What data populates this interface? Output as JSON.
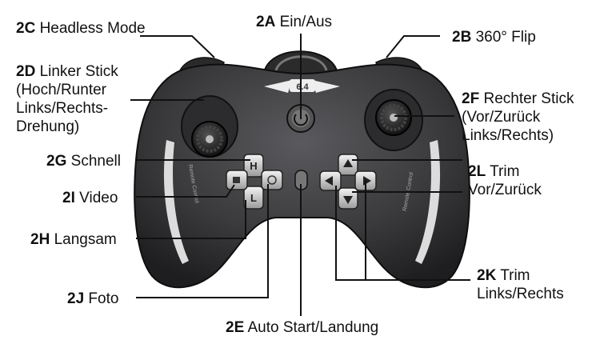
{
  "labels": [
    {
      "code": "2C",
      "lines": [
        "Headless Mode"
      ]
    },
    {
      "code": "2A",
      "lines": [
        "Ein/Aus"
      ]
    },
    {
      "code": "2B",
      "lines": [
        "360° Flip"
      ]
    },
    {
      "code": "2D",
      "lines": [
        "Linker Stick",
        "(Hoch/Runter",
        "Links/Rechts-",
        "Drehung)"
      ]
    },
    {
      "code": "2F",
      "lines": [
        "Rechter Stick",
        "(Vor/Zurück",
        "Links/Rechts)"
      ]
    },
    {
      "code": "2G",
      "lines": [
        "Schnell"
      ]
    },
    {
      "code": "2L",
      "lines": [
        "Trim",
        "Vor/Zurück"
      ]
    },
    {
      "code": "2I",
      "lines": [
        "Video"
      ]
    },
    {
      "code": "2H",
      "lines": [
        "Langsam"
      ]
    },
    {
      "code": "2K",
      "lines": [
        "Trim",
        "Links/Rechts"
      ]
    },
    {
      "code": "2J",
      "lines": [
        "Foto"
      ]
    },
    {
      "code": "2E",
      "lines": [
        "Auto Start/Landung"
      ]
    }
  ],
  "controller": {
    "body_color": "#3a3a3c",
    "accent_color": "#e8e8e8",
    "button_letters": {
      "fast": "H",
      "slow": "L"
    },
    "logo_text": "6.4",
    "side_text": "Remote Control"
  }
}
